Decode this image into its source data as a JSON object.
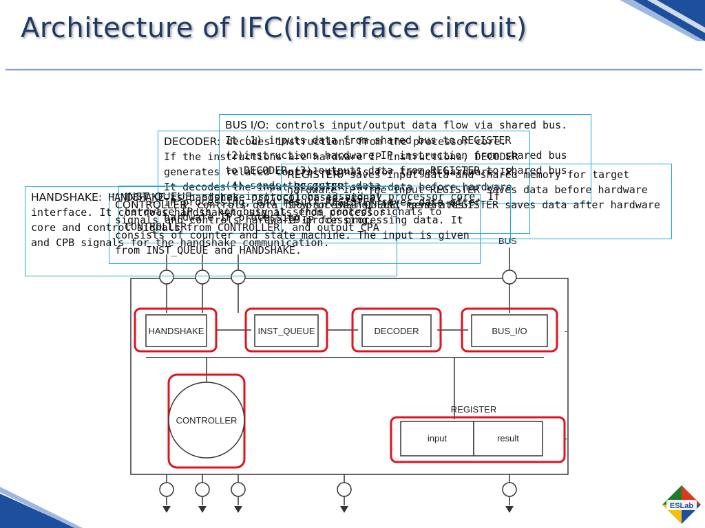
{
  "slide": {
    "title": "Architecture of IFC(interface circuit)"
  },
  "callouts": {
    "bus_io": {
      "head": "BUS I/O:",
      "body": " controls input/output data flow via shared bus. It (1) inputs data from shared bus to REGISTER (2)instructions hardware IP instruction from shared bus to DECODER (3) outputs data from REGISTER to shared bus (4) sends the output data."
    },
    "decoder": {
      "head": "DECODER:",
      "body": " decodes instructions from the processor core. If the instructions are hardware IP instructions, DECODER generates related control signals for target hardware IP. It decodes the input REGISTER saves data before hardware IP processing, and result REGISTER saves data after hardware IP processing."
    },
    "register": {
      "head": "REGISTER:",
      "body": " saves input data and shared memory for target hardware IP. The input REGISTER saves data before hardware IP processing, and result REGISTER saves data after hardware IP processing."
    },
    "controller": {
      "head": "CONTROLLER:",
      "body": " controls data flow in INST_QUEUE, generates signals and controls hardware IP for processing data. It consists of counter and state machine. The input is given from INST_QUEUE and HANDSHAKE."
    },
    "inst_queue": {
      "head": "INST_QUEUE:",
      "body": " stores instructions issued by processor core. If hardware IP is not busy it sends control signals to CONTROLLER."
    },
    "handshake": {
      "head": "HANDSHAKE:",
      "body": " HANDSHAKE is handshake protocol based signal interface. It controls handshaking signals from processor core and control signals from CONTROLLER, and output CPA and CPB signals for the handshake communication."
    }
  },
  "blocks": {
    "handshake": "HANDSHAKE",
    "inst_queue": "INST_QUEUE",
    "decoder": "DECODER",
    "bus_io": "BUS_I/O",
    "controller": "CONTROLLER",
    "register": "REGISTER",
    "register_input": "input",
    "register_result": "result",
    "bus_label": "BUS",
    "minus1": "-",
    "minus2": "-"
  },
  "logo": {
    "text": "ESLab"
  },
  "colors": {
    "title": "#1f3a66",
    "callout_border": "#1ca7d9",
    "highlight": "#e0121c",
    "rule": "#8aa0c8",
    "corner_blue": "#1d4f9c"
  }
}
